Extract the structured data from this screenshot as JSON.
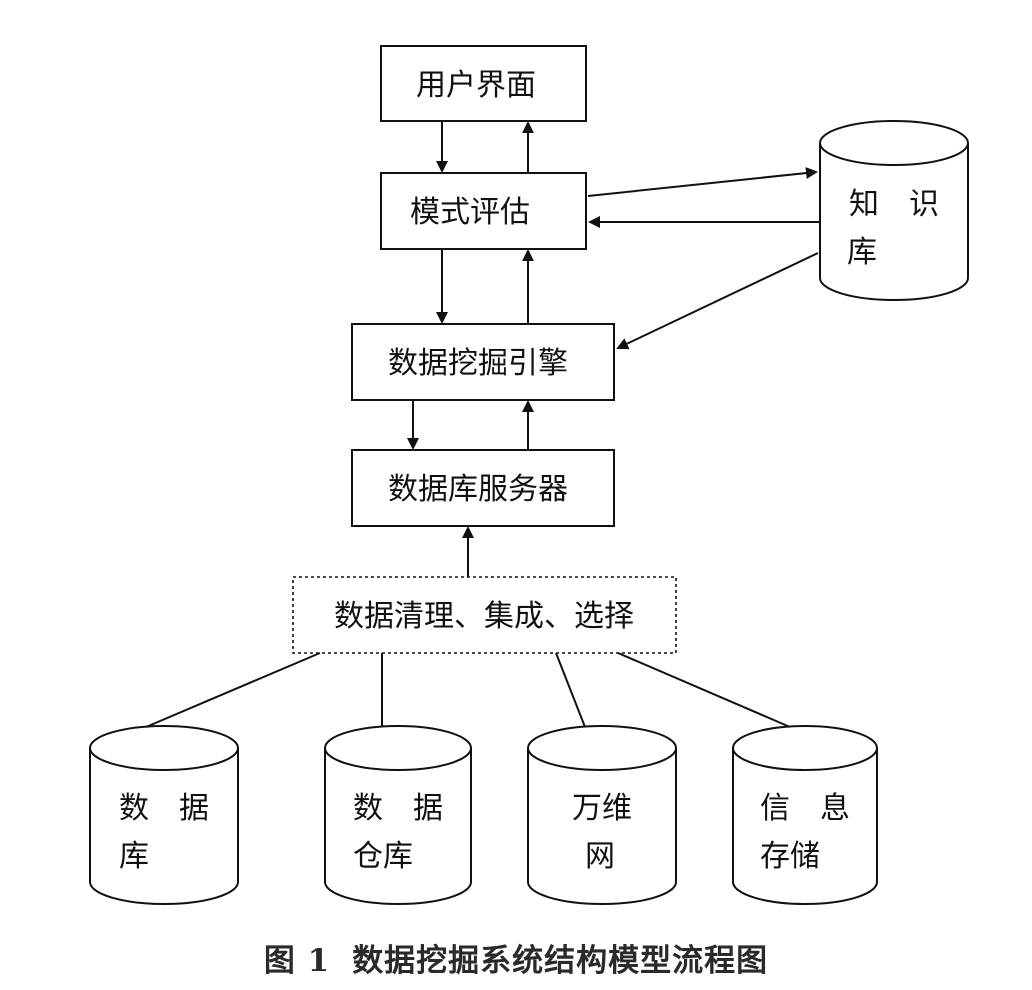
{
  "diagram": {
    "nodes": {
      "user_interface": "用户界面",
      "pattern_eval": "模式评估",
      "mining_engine": "数据挖掘引擎",
      "db_server": "数据库服务器",
      "preprocess": "数据清理、集成、选择"
    },
    "knowledge_base": {
      "line1": "知　识",
      "line2": "库"
    },
    "sources": [
      {
        "line1": "数　据",
        "line2": "库"
      },
      {
        "line1": "数　据",
        "line2": "仓库"
      },
      {
        "line1": "万维",
        "line2": "网"
      },
      {
        "line1": "信　息",
        "line2": "存储"
      }
    ]
  },
  "caption": {
    "figure_number": "图 1",
    "title": "数据挖掘系统结构模型流程图"
  }
}
